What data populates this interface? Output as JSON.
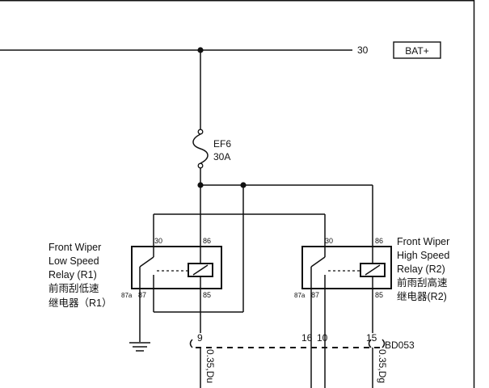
{
  "supply": {
    "pin": "30",
    "tag": "BAT+"
  },
  "fuse": {
    "name": "EF6",
    "rating": "30A"
  },
  "relay_low": {
    "label": [
      "Front Wiper",
      "Low Speed",
      "Relay (R1)",
      "前雨刮低速",
      "继电器（R1）"
    ],
    "pins": {
      "p30": "30",
      "p86": "86",
      "p87a": "87a",
      "p87": "87",
      "p85": "85"
    }
  },
  "relay_high": {
    "label": [
      "Front Wiper",
      "High Speed",
      "Relay (R2)",
      "前雨刮高速",
      "继电器(R2)"
    ],
    "pins": {
      "p30": "30",
      "p86": "86",
      "p87a": "87a",
      "p87": "87",
      "p85": "85"
    }
  },
  "connector": {
    "name": "BD053",
    "pins": [
      "9",
      "16",
      "10",
      "15"
    ]
  },
  "wires": [
    "0.35,Du",
    "0.35,Dg"
  ]
}
